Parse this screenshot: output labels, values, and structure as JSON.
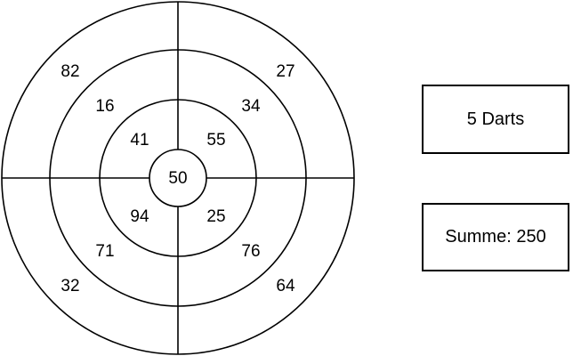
{
  "board": {
    "center": "50",
    "inner_ring": {
      "top_left": "41",
      "top_right": "55",
      "bottom_left": "94",
      "bottom_right": "25"
    },
    "middle_ring": {
      "top_left": "16",
      "top_right": "34",
      "bottom_left": "71",
      "bottom_right": "76"
    },
    "outer_ring": {
      "top_left": "82",
      "top_right": "27",
      "bottom_left": "32",
      "bottom_right": "64"
    }
  },
  "info": {
    "darts_label": "5 Darts",
    "sum_label": "Summe: 250"
  }
}
